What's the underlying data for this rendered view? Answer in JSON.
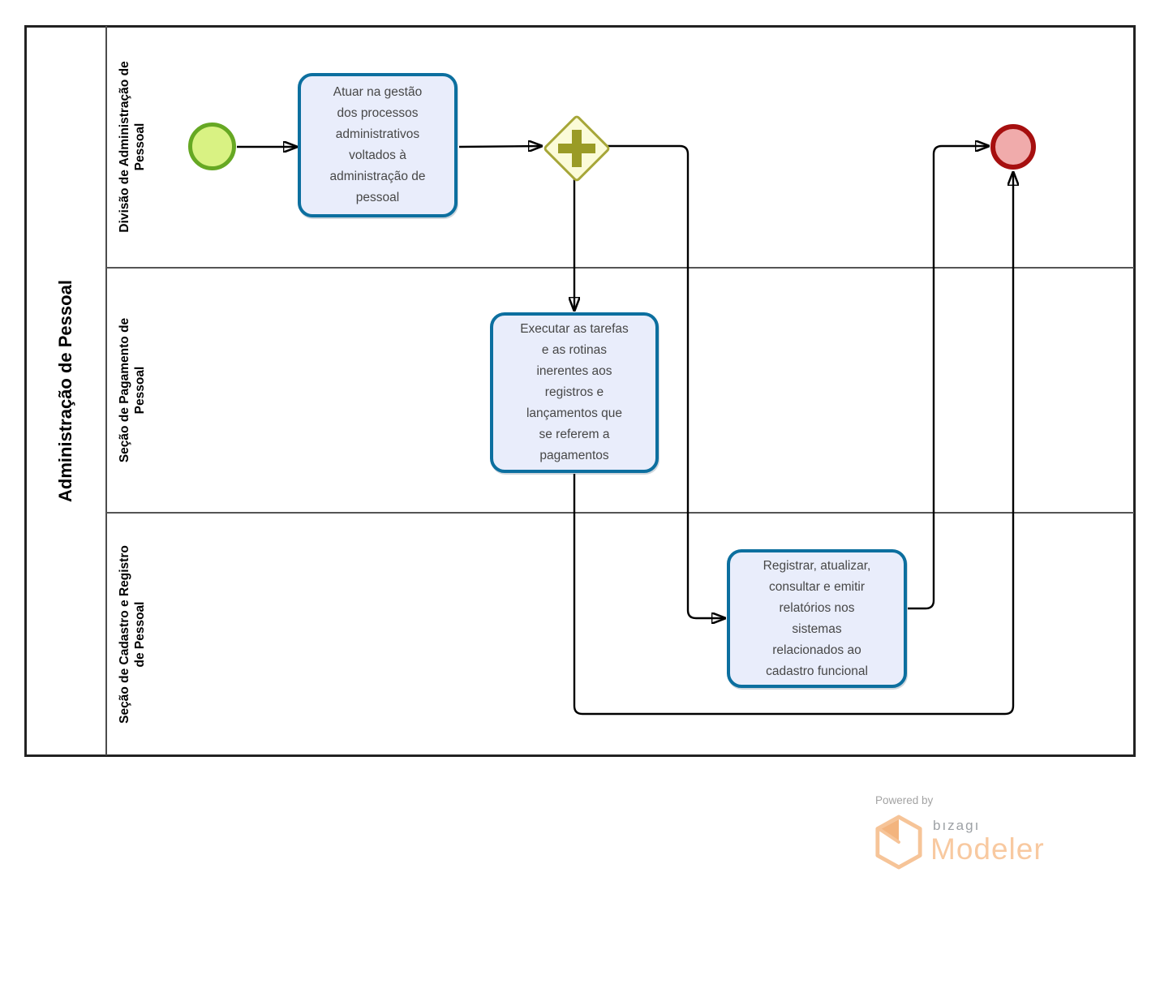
{
  "pool": {
    "title": "Administração de Pessoal",
    "lanes": [
      {
        "label": "Divisão de Administração de\nPessoal"
      },
      {
        "label": "Seção de Pagamento de\nPessoal"
      },
      {
        "label": "Seção de Cadastro e Registro\nde Pessoal"
      }
    ]
  },
  "elements": {
    "start_event": {
      "type": "start-event",
      "fill": "#d9f283",
      "border": "#66a823"
    },
    "task_1": {
      "label": "Atuar na gestão\ndos processos\nadministrativos\nvoltados à\nadministração de\npessoal"
    },
    "gateway": {
      "type": "parallel-gateway",
      "fill": "#fbfbd8",
      "border": "#a6a638",
      "icon": "plus-icon",
      "icon_color": "#9a9b26"
    },
    "task_2": {
      "label": "Executar as tarefas\ne as rotinas\ninerentes aos\nregistros e\nlançamentos  que\nse referem a\npagamentos"
    },
    "task_3": {
      "label": "Registrar, atualizar,\nconsultar e emitir\nrelatórios nos\nsistemas\nrelacionados ao\ncadastro funcional"
    },
    "end_event": {
      "type": "end-event",
      "fill": "#f0abab",
      "border": "#a60f0f"
    },
    "task_style": {
      "fill": "#e9edfb",
      "border": "#0c6f9f"
    }
  },
  "footer": {
    "powered_by": "Powered by",
    "brand": "bızagı",
    "product": "Modeler",
    "brand_color": "#9da1a5",
    "product_color": "#f8c9a0"
  }
}
